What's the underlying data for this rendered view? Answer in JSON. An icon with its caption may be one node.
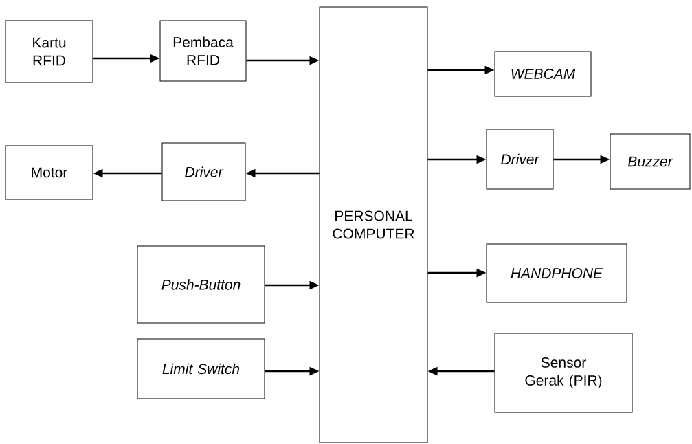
{
  "diagram": {
    "nodes": [
      {
        "text": [
          "Kartu RFID"
        ]
      },
      {
        "text": [
          "Pembaca RFID"
        ]
      },
      {
        "text": [
          "PERSONAL COMPUTER"
        ]
      },
      {
        "text": [
          "WEBCAM"
        ]
      },
      {
        "text": [
          "Motor"
        ]
      },
      {
        "text": [
          "Driver"
        ]
      },
      {
        "text": [
          "Driver"
        ]
      },
      {
        "text": [
          "Buzzer"
        ]
      },
      {
        "text": [
          "Push-Button"
        ]
      },
      {
        "text": [
          "HANDPHONE"
        ]
      },
      {
        "text": [
          "Limit Switch"
        ]
      },
      {
        "text": [
          "Sensor Gerak (PIR)"
        ]
      }
    ],
    "edges": [
      {
        "from": 0,
        "to": 1,
        "arrow": "to"
      },
      {
        "from": 1,
        "to": 2,
        "arrow": "to"
      },
      {
        "from": 2,
        "to": 3,
        "arrow": "to"
      },
      {
        "from": 2,
        "to": 5,
        "arrow": "to"
      },
      {
        "from": 5,
        "to": 4,
        "arrow": "to"
      },
      {
        "from": 2,
        "to": 6,
        "arrow": "to"
      },
      {
        "from": 6,
        "to": 7,
        "arrow": "to"
      },
      {
        "from": 8,
        "to": 2,
        "arrow": "to"
      },
      {
        "from": 2,
        "to": 9,
        "arrow": "to"
      },
      {
        "from": 10,
        "to": 2,
        "arrow": "to"
      },
      {
        "from": 11,
        "to": 2,
        "arrow": "to"
      }
    ]
  }
}
